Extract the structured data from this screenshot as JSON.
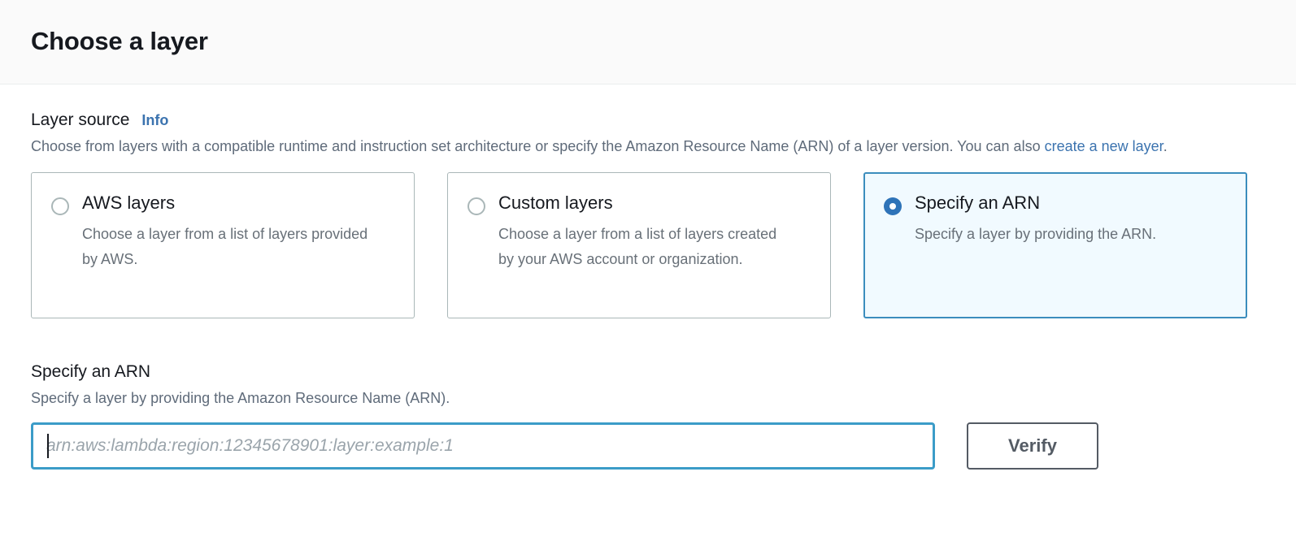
{
  "header": {
    "title": "Choose a layer"
  },
  "layer_source": {
    "label": "Layer source",
    "info_link": "Info",
    "description_part1": "Choose from layers with a compatible runtime and instruction set architecture or specify the Amazon Resource Name (ARN) of a layer version. You can also ",
    "description_link": "create a new layer",
    "description_part2": ".",
    "options": [
      {
        "title": "AWS layers",
        "description": "Choose a layer from a list of layers provided by AWS.",
        "selected": false
      },
      {
        "title": "Custom layers",
        "description": "Choose a layer from a list of layers created by your AWS account or organization.",
        "selected": false
      },
      {
        "title": "Specify an ARN",
        "description": "Specify a layer by providing the ARN.",
        "selected": true
      }
    ]
  },
  "arn_section": {
    "label": "Specify an ARN",
    "description": "Specify a layer by providing the Amazon Resource Name (ARN).",
    "input_value": "",
    "input_placeholder": "arn:aws:lambda:region:12345678901:layer:example:1",
    "verify_label": "Verify"
  },
  "colors": {
    "accent_blue": "#3b73af",
    "selected_border": "#3b8dbd",
    "selected_fill": "#f1faff",
    "radio_fill": "#2e73b8",
    "input_focus_border": "#3b9cc8",
    "button_border": "#545b64",
    "header_bg": "#fafafa",
    "text_primary": "#16191f",
    "text_secondary": "#5f6b7a"
  }
}
